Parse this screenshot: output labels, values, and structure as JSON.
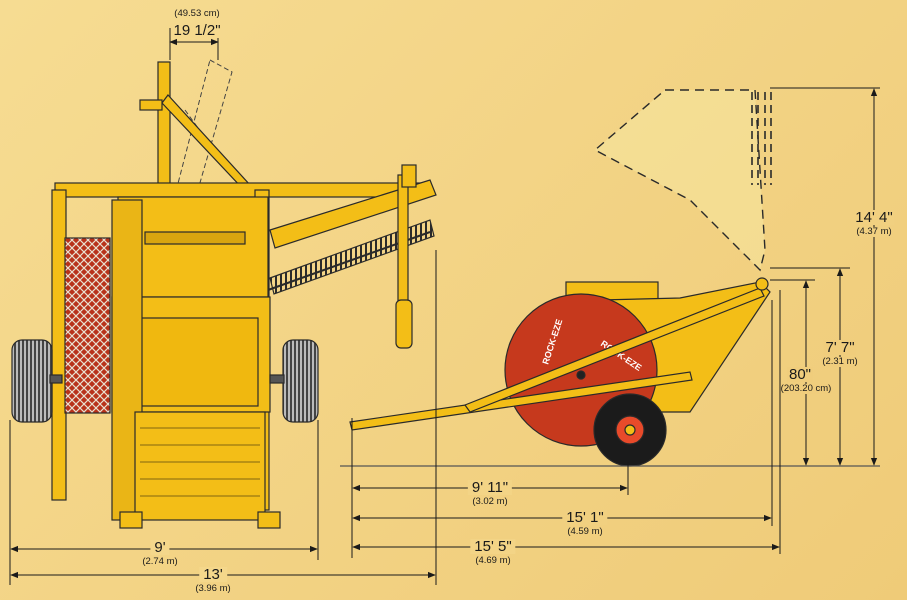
{
  "brand_text": "ROCK-EZE",
  "colors": {
    "machine": "#f3be17",
    "outline": "#2a2a2a",
    "reel": "#c6391d",
    "tire": "#1b1b1b",
    "hub": "#e84a2a"
  },
  "dimensions": {
    "chute_offset": {
      "imperial": "19 1/2\"",
      "metric": "(49.53 cm)"
    },
    "width_9": {
      "imperial": "9'",
      "metric": "(2.74 m)"
    },
    "width_13": {
      "imperial": "13'",
      "metric": "(3.96 m)"
    },
    "len_9_11": {
      "imperial": "9' 11\"",
      "metric": "(3.02 m)"
    },
    "len_15_1": {
      "imperial": "15' 1\"",
      "metric": "(4.59 m)"
    },
    "len_15_5": {
      "imperial": "15' 5\"",
      "metric": "(4.69 m)"
    },
    "height_80": {
      "imperial": "80\"",
      "metric": "(203.20 cm)"
    },
    "height_7_7": {
      "imperial": "7' 7\"",
      "metric": "(2.31 m)"
    },
    "height_14_4": {
      "imperial": "14' 4\"",
      "metric": "(4.37 m)"
    }
  }
}
